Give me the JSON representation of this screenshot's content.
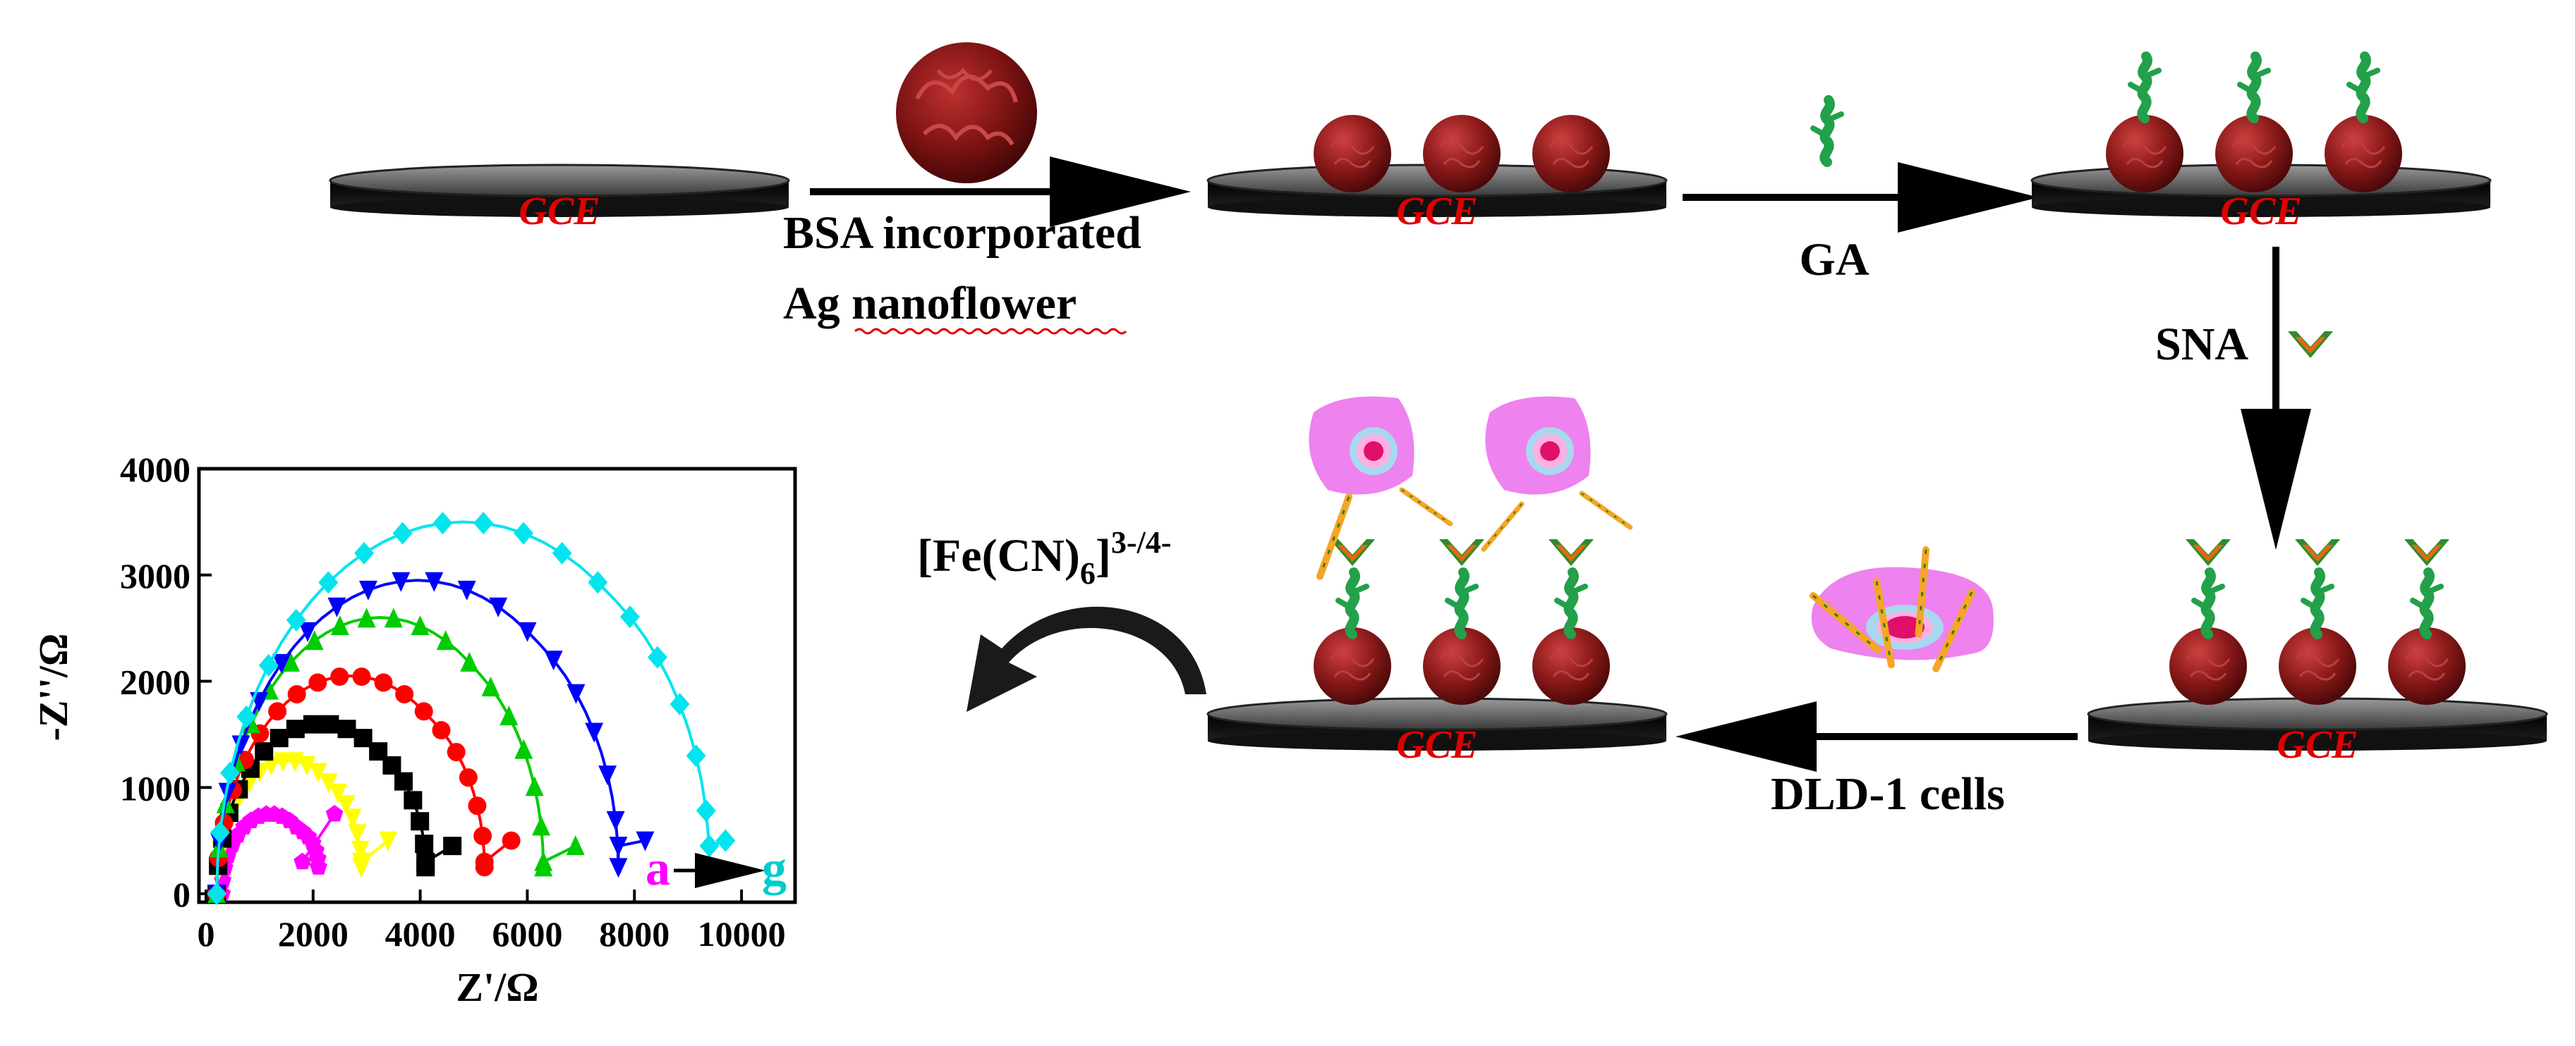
{
  "labels": {
    "electrode": "GCE",
    "step1_line1": "BSA incorporated",
    "step1_line2": "Ag nanoflower",
    "step2": "GA",
    "step3": "SNA",
    "step4": "DLD-1  cells",
    "probe_main": "[Fe(CN)",
    "probe_sub": "6",
    "probe_close": "]",
    "probe_sup": "3-/4-"
  },
  "colors": {
    "nanoflower": "#8b1a1a",
    "ga_glutaraldehyde": "#22a04a",
    "sna_lectin_outer": "#2e8b2e",
    "sna_lectin_inner": "#e06a10",
    "cell": "#ee82ee",
    "cell_nucleus": "#e0106a",
    "cell_ring": "#a8d8f0",
    "glycan_chain": "#f5a623",
    "electrode": "#1a1a1a",
    "gce_text": "#e00000"
  },
  "chart_data": {
    "type": "scatter",
    "title": "",
    "xlabel": "Z'/Ω",
    "ylabel": "-Z''/Ω",
    "xlim": [
      0,
      11000
    ],
    "ylim": [
      0,
      4000
    ],
    "x_ticks": [
      "0",
      "2000",
      "4000",
      "6000",
      "8000",
      "10000"
    ],
    "y_ticks": [
      "0",
      "1000",
      "2000",
      "3000",
      "4000"
    ],
    "range_note": {
      "start": "a",
      "end": "g"
    },
    "series": [
      {
        "marker": "pentagon",
        "color": "#ff00ff",
        "diameter": 1800,
        "start": 300,
        "peak": 750,
        "tail": [
          [
            1800,
            300
          ],
          [
            2400,
            750
          ]
        ]
      },
      {
        "marker": "triangle-down",
        "color": "#ffff00",
        "diameter": 2700,
        "start": 200,
        "peak": 1250,
        "tail": [
          [
            2900,
            300
          ],
          [
            3400,
            500
          ]
        ]
      },
      {
        "marker": "square",
        "color": "#000000",
        "diameter": 3900,
        "start": 200,
        "peak": 1600,
        "tail": [
          [
            4100,
            300
          ],
          [
            4600,
            450
          ]
        ]
      },
      {
        "marker": "circle",
        "color": "#ff0000",
        "diameter": 5000,
        "start": 200,
        "peak": 2050,
        "tail": [
          [
            5200,
            300
          ],
          [
            5700,
            500
          ]
        ]
      },
      {
        "marker": "triangle-up",
        "color": "#00cc00",
        "diameter": 6100,
        "start": 200,
        "peak": 2600,
        "tail": [
          [
            6300,
            300
          ],
          [
            6900,
            450
          ]
        ]
      },
      {
        "marker": "triangle-down",
        "color": "#0000ff",
        "diameter": 7500,
        "start": 200,
        "peak": 2950,
        "tail": [
          [
            7700,
            450
          ],
          [
            8200,
            500
          ]
        ]
      },
      {
        "marker": "diamond",
        "color": "#00e5ee",
        "diameter": 9200,
        "start": 200,
        "peak": 3500,
        "tail": [
          [
            9400,
            450
          ],
          [
            9700,
            500
          ]
        ]
      }
    ]
  }
}
